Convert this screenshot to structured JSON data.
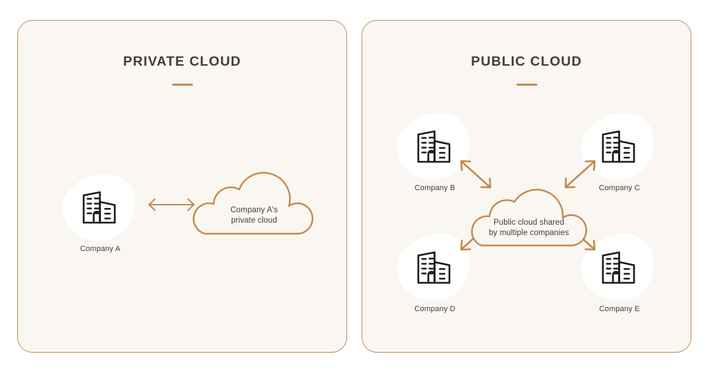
{
  "colors": {
    "page_background": "#ffffff",
    "card_background": "#faf6f1",
    "card_border": "#c08b52",
    "accent": "#c08b52",
    "text": "#3e3e42",
    "icon_stroke": "#1c1c1c",
    "blob": "#ffffff"
  },
  "panels": [
    {
      "id": "private",
      "title": "PRIVATE CLOUD",
      "company": {
        "label": "Company A",
        "icon": "office-building-icon"
      },
      "cloud": {
        "line1": "Company A's",
        "line2": "private cloud"
      },
      "connector": "double-headed-horizontal-arrow"
    },
    {
      "id": "public",
      "title": "PUBLIC CLOUD",
      "cloud": {
        "line1": "Public cloud shared",
        "line2": "by multiple companies"
      },
      "companies": [
        {
          "position": "top-left",
          "label": "Company B",
          "icon": "office-building-icon",
          "connector": "double-headed-diagonal-arrow"
        },
        {
          "position": "top-right",
          "label": "Company C",
          "icon": "office-building-icon",
          "connector": "double-headed-diagonal-arrow"
        },
        {
          "position": "bottom-left",
          "label": "Company D",
          "icon": "office-building-icon",
          "connector": "double-headed-diagonal-arrow"
        },
        {
          "position": "bottom-right",
          "label": "Company E",
          "icon": "office-building-icon",
          "connector": "double-headed-diagonal-arrow"
        }
      ]
    }
  ]
}
